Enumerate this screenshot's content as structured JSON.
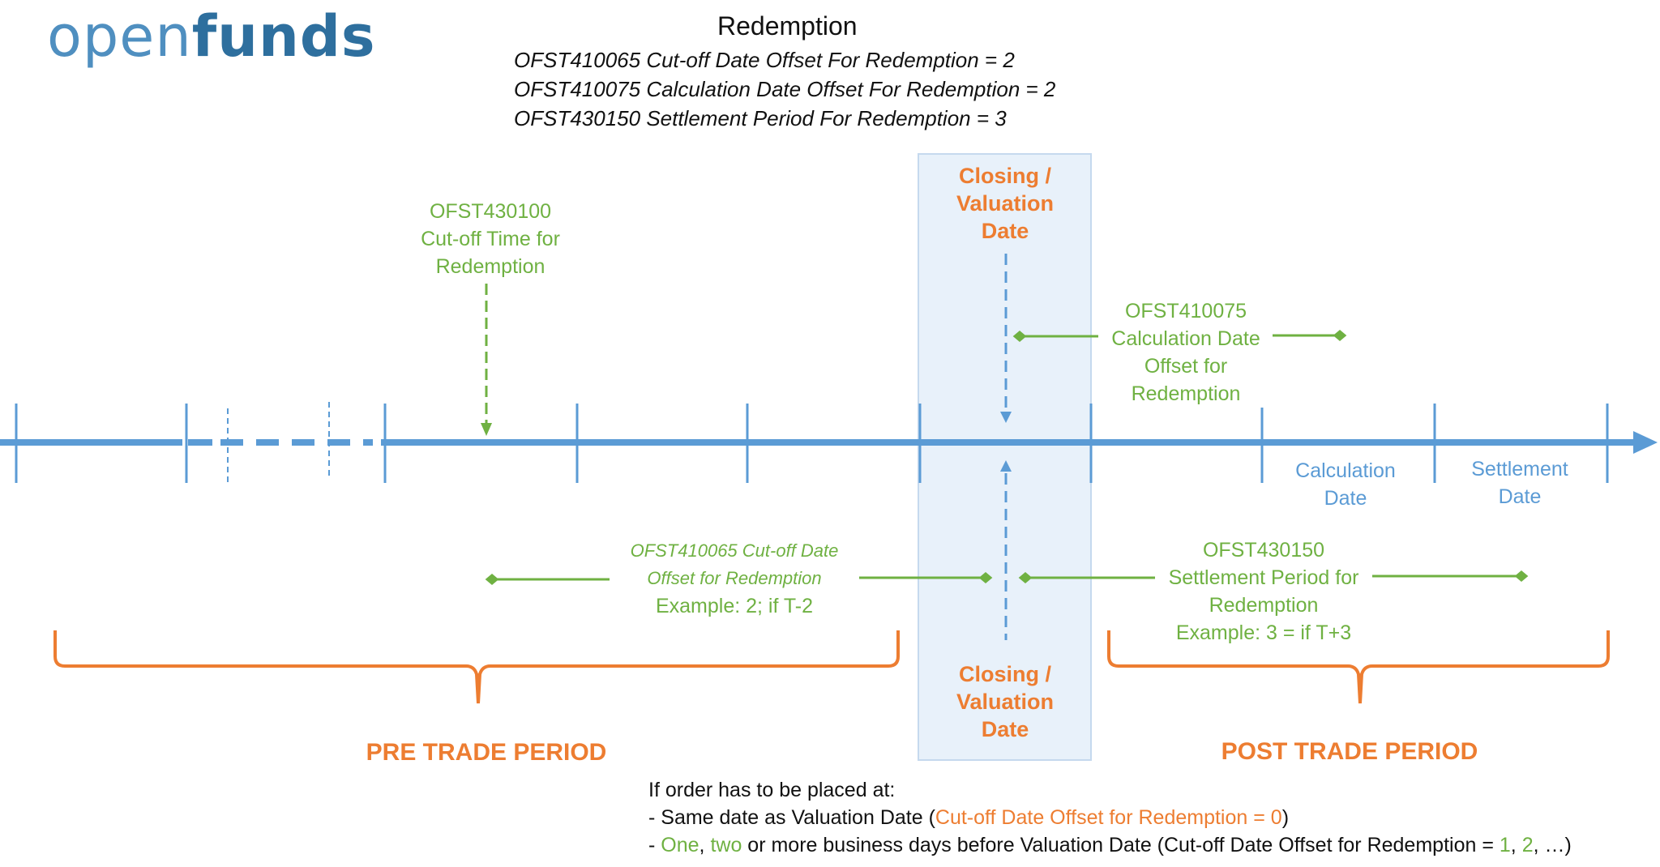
{
  "logo": {
    "part1": "open",
    "part2": "funds"
  },
  "header": {
    "title": "Redemption",
    "lines": [
      "OFST410065 Cut-off Date Offset For Redemption = 2",
      "OFST410075 Calculation Date Offset For Redemption = 2",
      "OFST430150 Settlement Period For Redemption = 3"
    ]
  },
  "closing_top": [
    "Closing /",
    "Valuation",
    "Date"
  ],
  "closing_bottom": [
    "Closing /",
    "Valuation",
    "Date"
  ],
  "cutoff_time": [
    "OFST430100",
    "Cut-off Time for",
    "Redemption"
  ],
  "calc_offset": [
    "OFST410075",
    "Calculation Date",
    "Offset for",
    "Redemption"
  ],
  "calculation_date": [
    "Calculation",
    "Date"
  ],
  "settlement_date": [
    "Settlement",
    "Date"
  ],
  "cutoff_offset": [
    "OFST410065 Cut-off Date",
    "Offset for Redemption",
    "Example: 2; if T-2"
  ],
  "settlement_period": [
    "OFST430150",
    "Settlement Period for",
    "Redemption",
    "Example: 3 = if T+3"
  ],
  "periods": {
    "pre": "PRE TRADE PERIOD",
    "post": "POST TRADE PERIOD"
  },
  "footer": {
    "intro": "If order has to be placed at:",
    "l1_a": "- Same date as Valuation Date (",
    "l1_b": "Cut-off Date Offset for Redemption = 0",
    "l1_c": ")",
    "l2_a": "- ",
    "l2_one": "One",
    "l2_sep": ", ",
    "l2_two": "two",
    "l2_b": " or more business days before Valuation Date (Cut-off Date Offset for Redemption = ",
    "l2_n1": "1",
    "l2_sep2": ", ",
    "l2_n2": "2",
    "l2_c": ", …)"
  },
  "colors": {
    "timeline": "#5b9bd5",
    "green": "#6fb142",
    "orange": "#ed7d31",
    "highlight": "#e8f1fa"
  }
}
